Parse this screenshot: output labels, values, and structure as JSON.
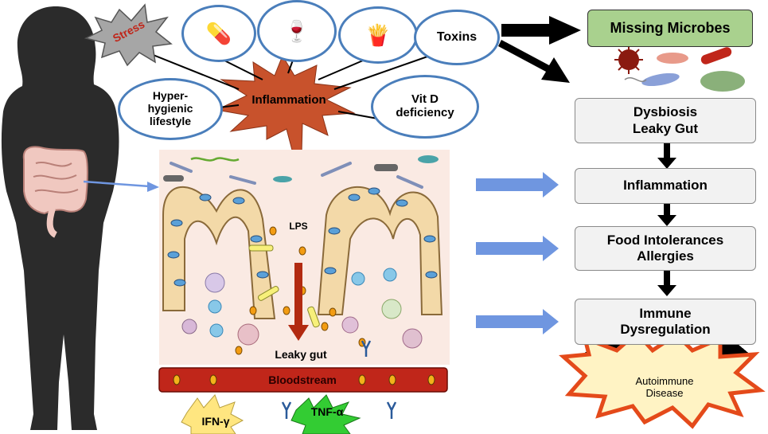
{
  "factors": {
    "stress": "Stress",
    "inflammation": "Inflammation",
    "toxins": "Toxins",
    "hyper_hygienic": "Hyper-\nhygienic\nlifestyle",
    "vit_d": "Vit D\ndeficiency"
  },
  "gut": {
    "lps": "LPS",
    "leaky_gut": "Leaky gut",
    "bloodstream": "Bloodstream",
    "ifn": "IFN-γ",
    "tnf": "TNF-α"
  },
  "flow": {
    "missing_microbes": "Missing Microbes",
    "dysbiosis": "Dysbiosis\nLeaky Gut",
    "inflammation": "Inflammation",
    "food": "Food Intolerances\nAllergies",
    "immune": "Immune\nDysregulation",
    "autoimmune": "Autoimmune\nDisease"
  },
  "colors": {
    "ellipse_border": "#4a7ebb",
    "burst": "#c8522c",
    "missing_box": "#a9d18e",
    "bloodstream": "#c0261a",
    "tnf_burst": "#33cc33",
    "ifn_burst": "#ffe680",
    "blue_arrow": "#6f96e0",
    "silhouette": "#2b2b2b"
  }
}
